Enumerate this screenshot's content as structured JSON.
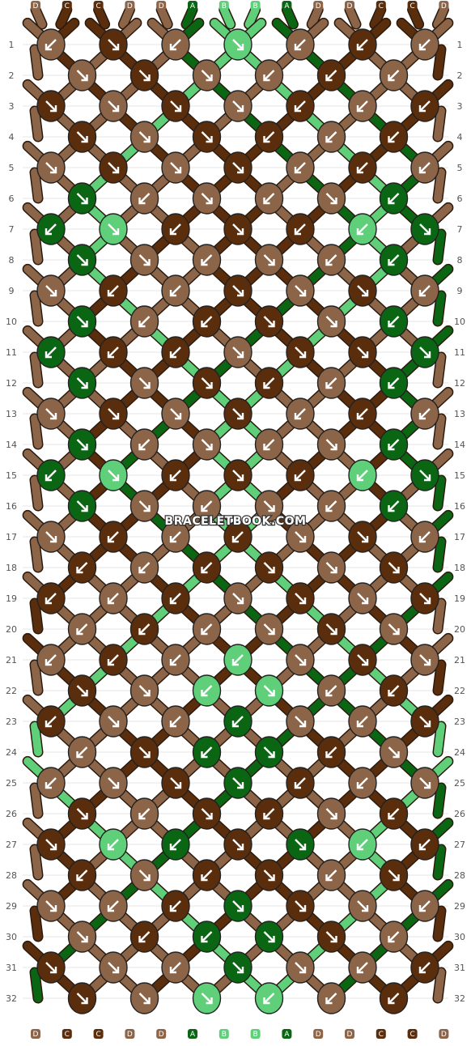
{
  "watermark": "BRACELETBOOK.COM",
  "colors": {
    "A": "#0b6614",
    "B": "#5fcf7a",
    "C": "#5a2d0c",
    "D": "#8c6448"
  },
  "strands": [
    "D",
    "C",
    "C",
    "D",
    "D",
    "A",
    "B",
    "B",
    "A",
    "D",
    "D",
    "C",
    "C",
    "D"
  ],
  "rows": [
    {
      "label": "1",
      "knots": [
        {
          "c": "D",
          "d": "bb"
        },
        {
          "c": "C",
          "d": "f"
        },
        {
          "c": "D",
          "d": "bb"
        },
        {
          "c": "B",
          "d": "f"
        },
        {
          "c": "D",
          "d": "b"
        },
        {
          "c": "C",
          "d": "b"
        },
        {
          "c": "D",
          "d": "b"
        }
      ]
    },
    {
      "label": "2",
      "knots": [
        {
          "c": "D",
          "d": "f"
        },
        {
          "c": "C",
          "d": "f"
        },
        {
          "c": "D",
          "d": "f"
        },
        {
          "c": "D",
          "d": "b"
        },
        {
          "c": "C",
          "d": "b"
        },
        {
          "c": "D",
          "d": "b"
        }
      ]
    },
    {
      "label": "3",
      "knots": [
        {
          "c": "C",
          "d": "f"
        },
        {
          "c": "D",
          "d": "f"
        },
        {
          "c": "C",
          "d": "f"
        },
        {
          "c": "D",
          "d": "f"
        },
        {
          "c": "C",
          "d": "b"
        },
        {
          "c": "D",
          "d": "b"
        },
        {
          "c": "C",
          "d": "b"
        }
      ]
    },
    {
      "label": "4",
      "knots": [
        {
          "c": "C",
          "d": "f"
        },
        {
          "c": "D",
          "d": "f"
        },
        {
          "c": "C",
          "d": "f"
        },
        {
          "c": "C",
          "d": "b"
        },
        {
          "c": "D",
          "d": "b"
        },
        {
          "c": "C",
          "d": "b"
        }
      ]
    },
    {
      "label": "5",
      "knots": [
        {
          "c": "D",
          "d": "ff"
        },
        {
          "c": "C",
          "d": "f"
        },
        {
          "c": "D",
          "d": "f"
        },
        {
          "c": "C",
          "d": "f"
        },
        {
          "c": "D",
          "d": "b"
        },
        {
          "c": "C",
          "d": "b"
        },
        {
          "c": "D",
          "d": "bf"
        }
      ]
    },
    {
      "label": "6",
      "knots": [
        {
          "c": "A",
          "d": "fb"
        },
        {
          "c": "D",
          "d": "b"
        },
        {
          "c": "D",
          "d": "ff"
        },
        {
          "c": "D",
          "d": "bb"
        },
        {
          "c": "D",
          "d": "f"
        },
        {
          "c": "A",
          "d": "bf"
        }
      ]
    },
    {
      "label": "7",
      "knots": [
        {
          "c": "A",
          "d": "b"
        },
        {
          "c": "B",
          "d": "fb"
        },
        {
          "c": "C",
          "d": "b"
        },
        {
          "c": "C",
          "d": "f"
        },
        {
          "c": "C",
          "d": "b"
        },
        {
          "c": "B",
          "d": "bf"
        },
        {
          "c": "A",
          "d": "f"
        }
      ]
    },
    {
      "label": "8",
      "knots": [
        {
          "c": "A",
          "d": "ff"
        },
        {
          "c": "D",
          "d": "f"
        },
        {
          "c": "D",
          "d": "bb"
        },
        {
          "c": "D",
          "d": "ff"
        },
        {
          "c": "D",
          "d": "b"
        },
        {
          "c": "A",
          "d": "bb"
        }
      ]
    },
    {
      "label": "9",
      "knots": [
        {
          "c": "D",
          "d": "fb"
        },
        {
          "c": "C",
          "d": "b"
        },
        {
          "c": "D",
          "d": "b"
        },
        {
          "c": "C",
          "d": "f"
        },
        {
          "c": "D",
          "d": "f"
        },
        {
          "c": "C",
          "d": "f"
        },
        {
          "c": "D",
          "d": "bf"
        }
      ]
    },
    {
      "label": "10",
      "knots": [
        {
          "c": "A",
          "d": "fb"
        },
        {
          "c": "D",
          "d": "b"
        },
        {
          "c": "C",
          "d": "b"
        },
        {
          "c": "C",
          "d": "f"
        },
        {
          "c": "D",
          "d": "f"
        },
        {
          "c": "A",
          "d": "bf"
        }
      ]
    },
    {
      "label": "11",
      "knots": [
        {
          "c": "A",
          "d": "b"
        },
        {
          "c": "C",
          "d": "b"
        },
        {
          "c": "C",
          "d": "b"
        },
        {
          "c": "D",
          "d": "f"
        },
        {
          "c": "C",
          "d": "f"
        },
        {
          "c": "C",
          "d": "f"
        },
        {
          "c": "A",
          "d": "f"
        }
      ]
    },
    {
      "label": "12",
      "knots": [
        {
          "c": "A",
          "d": "ff"
        },
        {
          "c": "D",
          "d": "f"
        },
        {
          "c": "C",
          "d": "f"
        },
        {
          "c": "C",
          "d": "b"
        },
        {
          "c": "D",
          "d": "b"
        },
        {
          "c": "A",
          "d": "bb"
        }
      ]
    },
    {
      "label": "13",
      "knots": [
        {
          "c": "D",
          "d": "fb"
        },
        {
          "c": "C",
          "d": "f"
        },
        {
          "c": "D",
          "d": "f"
        },
        {
          "c": "C",
          "d": "f"
        },
        {
          "c": "D",
          "d": "b"
        },
        {
          "c": "C",
          "d": "b"
        },
        {
          "c": "D",
          "d": "bf"
        }
      ]
    },
    {
      "label": "14",
      "knots": [
        {
          "c": "A",
          "d": "fb"
        },
        {
          "c": "D",
          "d": "b"
        },
        {
          "c": "D",
          "d": "ff"
        },
        {
          "c": "D",
          "d": "bb"
        },
        {
          "c": "D",
          "d": "f"
        },
        {
          "c": "A",
          "d": "bf"
        }
      ]
    },
    {
      "label": "15",
      "knots": [
        {
          "c": "A",
          "d": "b"
        },
        {
          "c": "B",
          "d": "fb"
        },
        {
          "c": "C",
          "d": "b"
        },
        {
          "c": "C",
          "d": "f"
        },
        {
          "c": "C",
          "d": "b"
        },
        {
          "c": "B",
          "d": "bf"
        },
        {
          "c": "A",
          "d": "f"
        }
      ]
    },
    {
      "label": "16",
      "knots": [
        {
          "c": "A",
          "d": "ff"
        },
        {
          "c": "D",
          "d": "f"
        },
        {
          "c": "D",
          "d": "bb"
        },
        {
          "c": "D",
          "d": "ff"
        },
        {
          "c": "D",
          "d": "b"
        },
        {
          "c": "A",
          "d": "bb"
        }
      ]
    },
    {
      "label": "17",
      "knots": [
        {
          "c": "D",
          "d": "fb"
        },
        {
          "c": "C",
          "d": "b"
        },
        {
          "c": "D",
          "d": "b"
        },
        {
          "c": "C",
          "d": "b"
        },
        {
          "c": "D",
          "d": "f"
        },
        {
          "c": "C",
          "d": "f"
        },
        {
          "c": "D",
          "d": "bf"
        }
      ]
    },
    {
      "label": "18",
      "knots": [
        {
          "c": "C",
          "d": "b"
        },
        {
          "c": "D",
          "d": "b"
        },
        {
          "c": "C",
          "d": "b"
        },
        {
          "c": "C",
          "d": "f"
        },
        {
          "c": "D",
          "d": "f"
        },
        {
          "c": "C",
          "d": "f"
        }
      ]
    },
    {
      "label": "19",
      "knots": [
        {
          "c": "C",
          "d": "b"
        },
        {
          "c": "D",
          "d": "b"
        },
        {
          "c": "C",
          "d": "b"
        },
        {
          "c": "D",
          "d": "f"
        },
        {
          "c": "C",
          "d": "f"
        },
        {
          "c": "D",
          "d": "f"
        },
        {
          "c": "C",
          "d": "f"
        }
      ]
    },
    {
      "label": "20",
      "knots": [
        {
          "c": "D",
          "d": "b"
        },
        {
          "c": "C",
          "d": "b"
        },
        {
          "c": "D",
          "d": "b"
        },
        {
          "c": "D",
          "d": "f"
        },
        {
          "c": "C",
          "d": "f"
        },
        {
          "c": "D",
          "d": "f"
        }
      ]
    },
    {
      "label": "21",
      "knots": [
        {
          "c": "D",
          "d": "b"
        },
        {
          "c": "C",
          "d": "b"
        },
        {
          "c": "D",
          "d": "b"
        },
        {
          "c": "B",
          "d": "b"
        },
        {
          "c": "D",
          "d": "f"
        },
        {
          "c": "C",
          "d": "f"
        },
        {
          "c": "D",
          "d": "f"
        }
      ]
    },
    {
      "label": "22",
      "knots": [
        {
          "c": "C",
          "d": "f"
        },
        {
          "c": "D",
          "d": "f"
        },
        {
          "c": "B",
          "d": "b"
        },
        {
          "c": "B",
          "d": "f"
        },
        {
          "c": "D",
          "d": "b"
        },
        {
          "c": "C",
          "d": "b"
        }
      ]
    },
    {
      "label": "23",
      "knots": [
        {
          "c": "C",
          "d": "b"
        },
        {
          "c": "D",
          "d": "f"
        },
        {
          "c": "D",
          "d": "b"
        },
        {
          "c": "A",
          "d": "b"
        },
        {
          "c": "D",
          "d": "f"
        },
        {
          "c": "D",
          "d": "b"
        },
        {
          "c": "C",
          "d": "f"
        }
      ]
    },
    {
      "label": "24",
      "knots": [
        {
          "c": "D",
          "d": "b"
        },
        {
          "c": "C",
          "d": "f"
        },
        {
          "c": "A",
          "d": "b"
        },
        {
          "c": "A",
          "d": "f"
        },
        {
          "c": "C",
          "d": "b"
        },
        {
          "c": "D",
          "d": "f"
        }
      ]
    },
    {
      "label": "25",
      "knots": [
        {
          "c": "D",
          "d": "b"
        },
        {
          "c": "D",
          "d": "f"
        },
        {
          "c": "C",
          "d": "f"
        },
        {
          "c": "A",
          "d": "f"
        },
        {
          "c": "C",
          "d": "b"
        },
        {
          "c": "D",
          "d": "b"
        },
        {
          "c": "D",
          "d": "f"
        }
      ]
    },
    {
      "label": "26",
      "knots": [
        {
          "c": "C",
          "d": "f"
        },
        {
          "c": "D",
          "d": "b"
        },
        {
          "c": "C",
          "d": "f"
        },
        {
          "c": "C",
          "d": "b"
        },
        {
          "c": "D",
          "d": "f"
        },
        {
          "c": "C",
          "d": "b"
        }
      ]
    },
    {
      "label": "27",
      "knots": [
        {
          "c": "C",
          "d": "fb"
        },
        {
          "c": "B",
          "d": "b"
        },
        {
          "c": "A",
          "d": "b"
        },
        {
          "c": "C",
          "d": "f"
        },
        {
          "c": "A",
          "d": "f"
        },
        {
          "c": "B",
          "d": "bf"
        },
        {
          "c": "C",
          "d": "bf"
        }
      ]
    },
    {
      "label": "28",
      "knots": [
        {
          "c": "C",
          "d": "bf"
        },
        {
          "c": "D",
          "d": "f"
        },
        {
          "c": "C",
          "d": "b"
        },
        {
          "c": "C",
          "d": "f"
        },
        {
          "c": "D",
          "d": "b"
        },
        {
          "c": "C",
          "d": "fb"
        }
      ]
    },
    {
      "label": "29",
      "knots": [
        {
          "c": "D",
          "d": "f"
        },
        {
          "c": "D",
          "d": "b"
        },
        {
          "c": "C",
          "d": "b"
        },
        {
          "c": "A",
          "d": "f"
        },
        {
          "c": "C",
          "d": "f"
        },
        {
          "c": "D",
          "d": "f"
        },
        {
          "c": "D",
          "d": "b"
        }
      ]
    },
    {
      "label": "30",
      "knots": [
        {
          "c": "D",
          "d": "f"
        },
        {
          "c": "C",
          "d": "b"
        },
        {
          "c": "A",
          "d": "b"
        },
        {
          "c": "A",
          "d": "f"
        },
        {
          "c": "C",
          "d": "f"
        },
        {
          "c": "D",
          "d": "b"
        }
      ]
    },
    {
      "label": "31",
      "knots": [
        {
          "c": "C",
          "d": "f"
        },
        {
          "c": "D",
          "d": "f"
        },
        {
          "c": "D",
          "d": "b"
        },
        {
          "c": "A",
          "d": "f"
        },
        {
          "c": "D",
          "d": "f"
        },
        {
          "c": "D",
          "d": "b"
        },
        {
          "c": "C",
          "d": "b"
        }
      ]
    },
    {
      "label": "32",
      "knots": [
        {
          "c": "C",
          "d": "f"
        },
        {
          "c": "D",
          "d": "f"
        },
        {
          "c": "B",
          "d": "f"
        },
        {
          "c": "B",
          "d": "b"
        },
        {
          "c": "D",
          "d": "b"
        },
        {
          "c": "C",
          "d": "b"
        }
      ]
    }
  ]
}
